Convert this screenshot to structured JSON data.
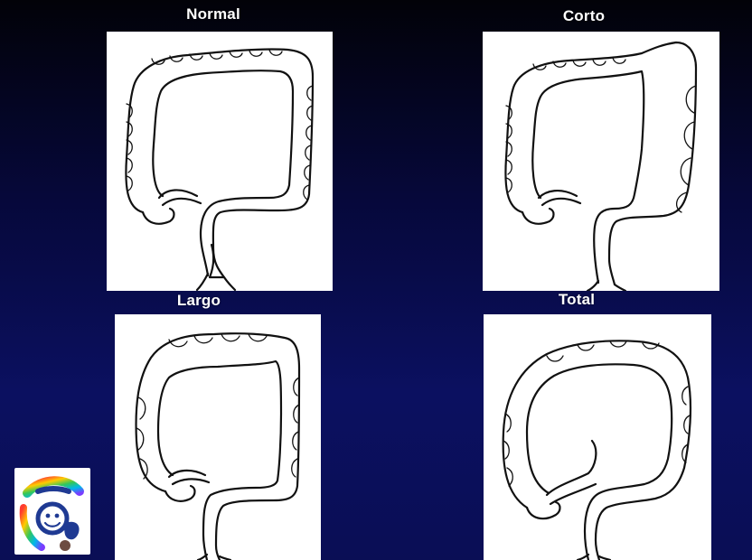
{
  "panels": [
    {
      "id": "normal",
      "title": "Normal",
      "variant": "normal-colon"
    },
    {
      "id": "corto",
      "title": "Corto",
      "variant": "short-colon"
    },
    {
      "id": "largo",
      "title": "Largo",
      "variant": "long-colon"
    },
    {
      "id": "total",
      "title": "Total",
      "variant": "total-colon"
    }
  ],
  "logo": {
    "icon": "colorful-smiley-logo-icon"
  },
  "colors": {
    "background_top": "#020208",
    "background_bottom": "#0b1060",
    "panel": "#ffffff",
    "outline": "#111111",
    "title": "#ffffff"
  }
}
